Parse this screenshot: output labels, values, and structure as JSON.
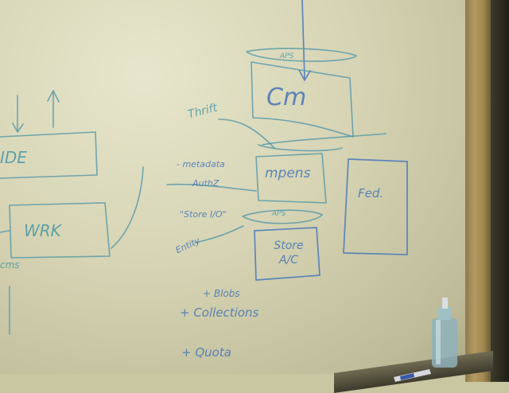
{
  "whiteboard": {
    "box_cm": "Cm",
    "box_mpens": "mpens",
    "box_fed": "Fed.",
    "box_store": "Store A/C",
    "box_wrk": "WRK",
    "box_ide": "IDE",
    "label_api_top": "APS",
    "label_api_mid": "APS",
    "label_thrift": "Thrift",
    "label_metadata": "- metadata",
    "label_authz": "AuthZ",
    "label_ro": "\"Store I/O\"",
    "label_store": "Entity",
    "label_cms": "cms",
    "bullet_blobs": "+ Blobs",
    "bullet_collections": "+ Collections",
    "bullet_quota": "+ Quota"
  },
  "colors": {
    "ink_teal": "#5a9aa9",
    "ink_blue": "#4a77b8",
    "board": "#d6d4b4"
  }
}
